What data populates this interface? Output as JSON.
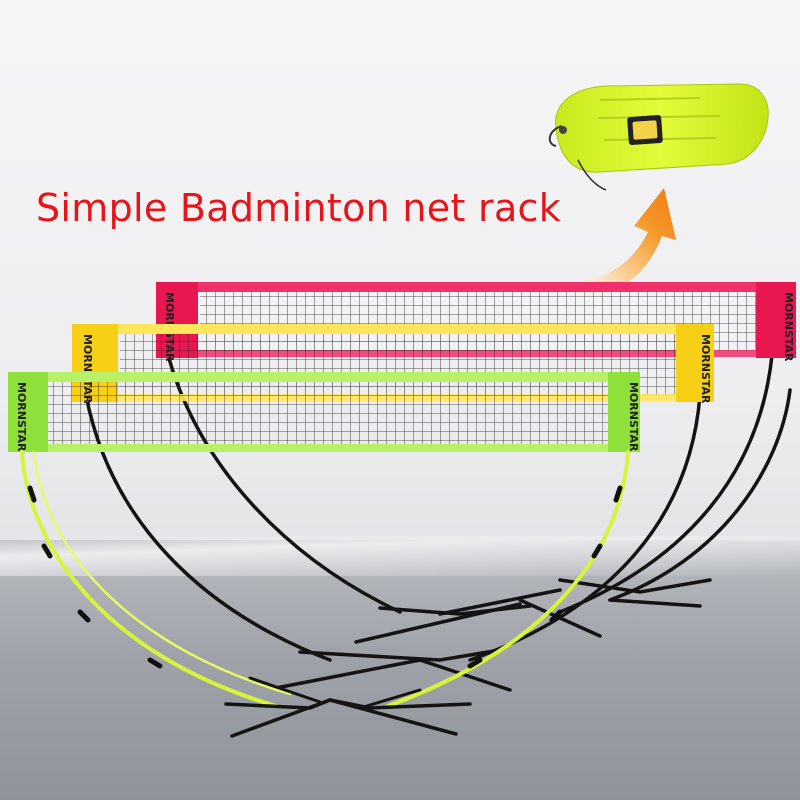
{
  "headline": "Simple Badminton net rack",
  "brand": "MORNSTAR",
  "nets": [
    {
      "color": "pink",
      "band": "#f0306a",
      "end": "#e8174f"
    },
    {
      "color": "yellow",
      "band": "#ffe65a",
      "end": "#f7cf16"
    },
    {
      "color": "green",
      "band": "#b8f06a",
      "end": "#8fe03a"
    }
  ],
  "carry_bag_color": "#d7f52a"
}
